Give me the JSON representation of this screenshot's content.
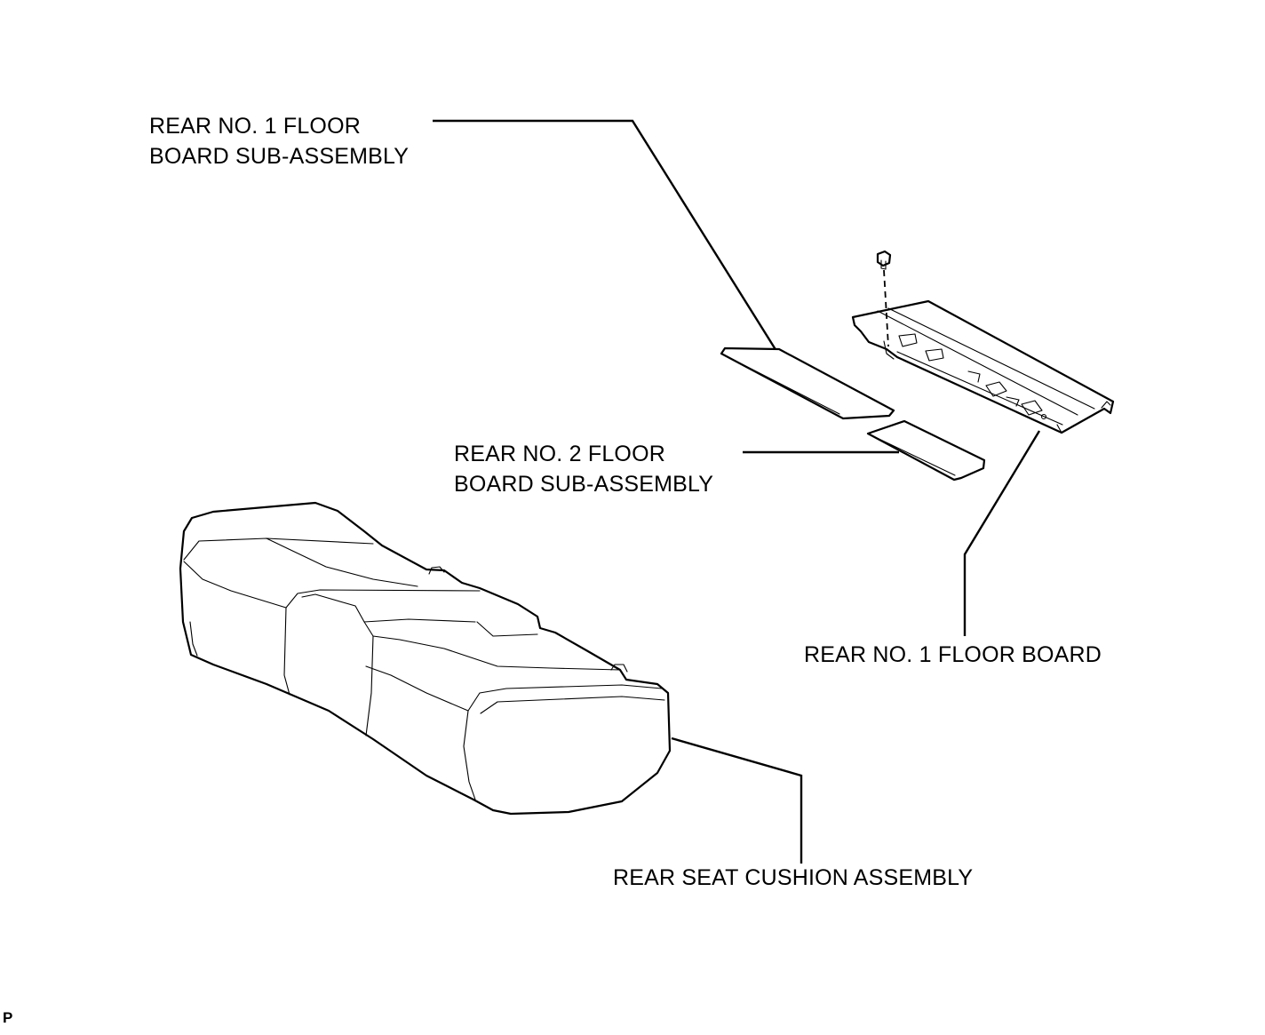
{
  "labels": {
    "floor_board_sub_1": [
      "REAR NO. 1 FLOOR",
      "BOARD SUB-ASSEMBLY"
    ],
    "floor_board_sub_2": [
      "REAR NO. 2 FLOOR",
      "BOARD SUB-ASSEMBLY"
    ],
    "floor_board_1": "REAR NO. 1 FLOOR BOARD",
    "seat_cushion": "REAR SEAT CUSHION ASSEMBLY"
  },
  "corner_marker": "P"
}
